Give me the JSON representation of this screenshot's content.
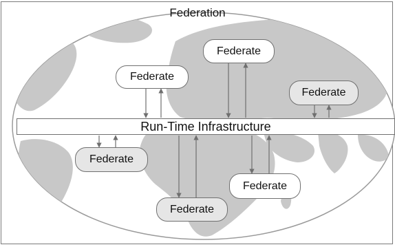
{
  "diagram": {
    "title": "Federation",
    "rti_label": "Run-Time Infrastructure",
    "federates": [
      {
        "label": "Federate"
      },
      {
        "label": "Federate"
      },
      {
        "label": "Federate"
      },
      {
        "label": "Federate"
      },
      {
        "label": "Federate"
      },
      {
        "label": "Federate"
      }
    ]
  },
  "colors": {
    "land": "#c8c8c8",
    "ocean": "#ffffff",
    "outline": "#6f6f6f",
    "shaded_box": "#e6e6e6"
  }
}
